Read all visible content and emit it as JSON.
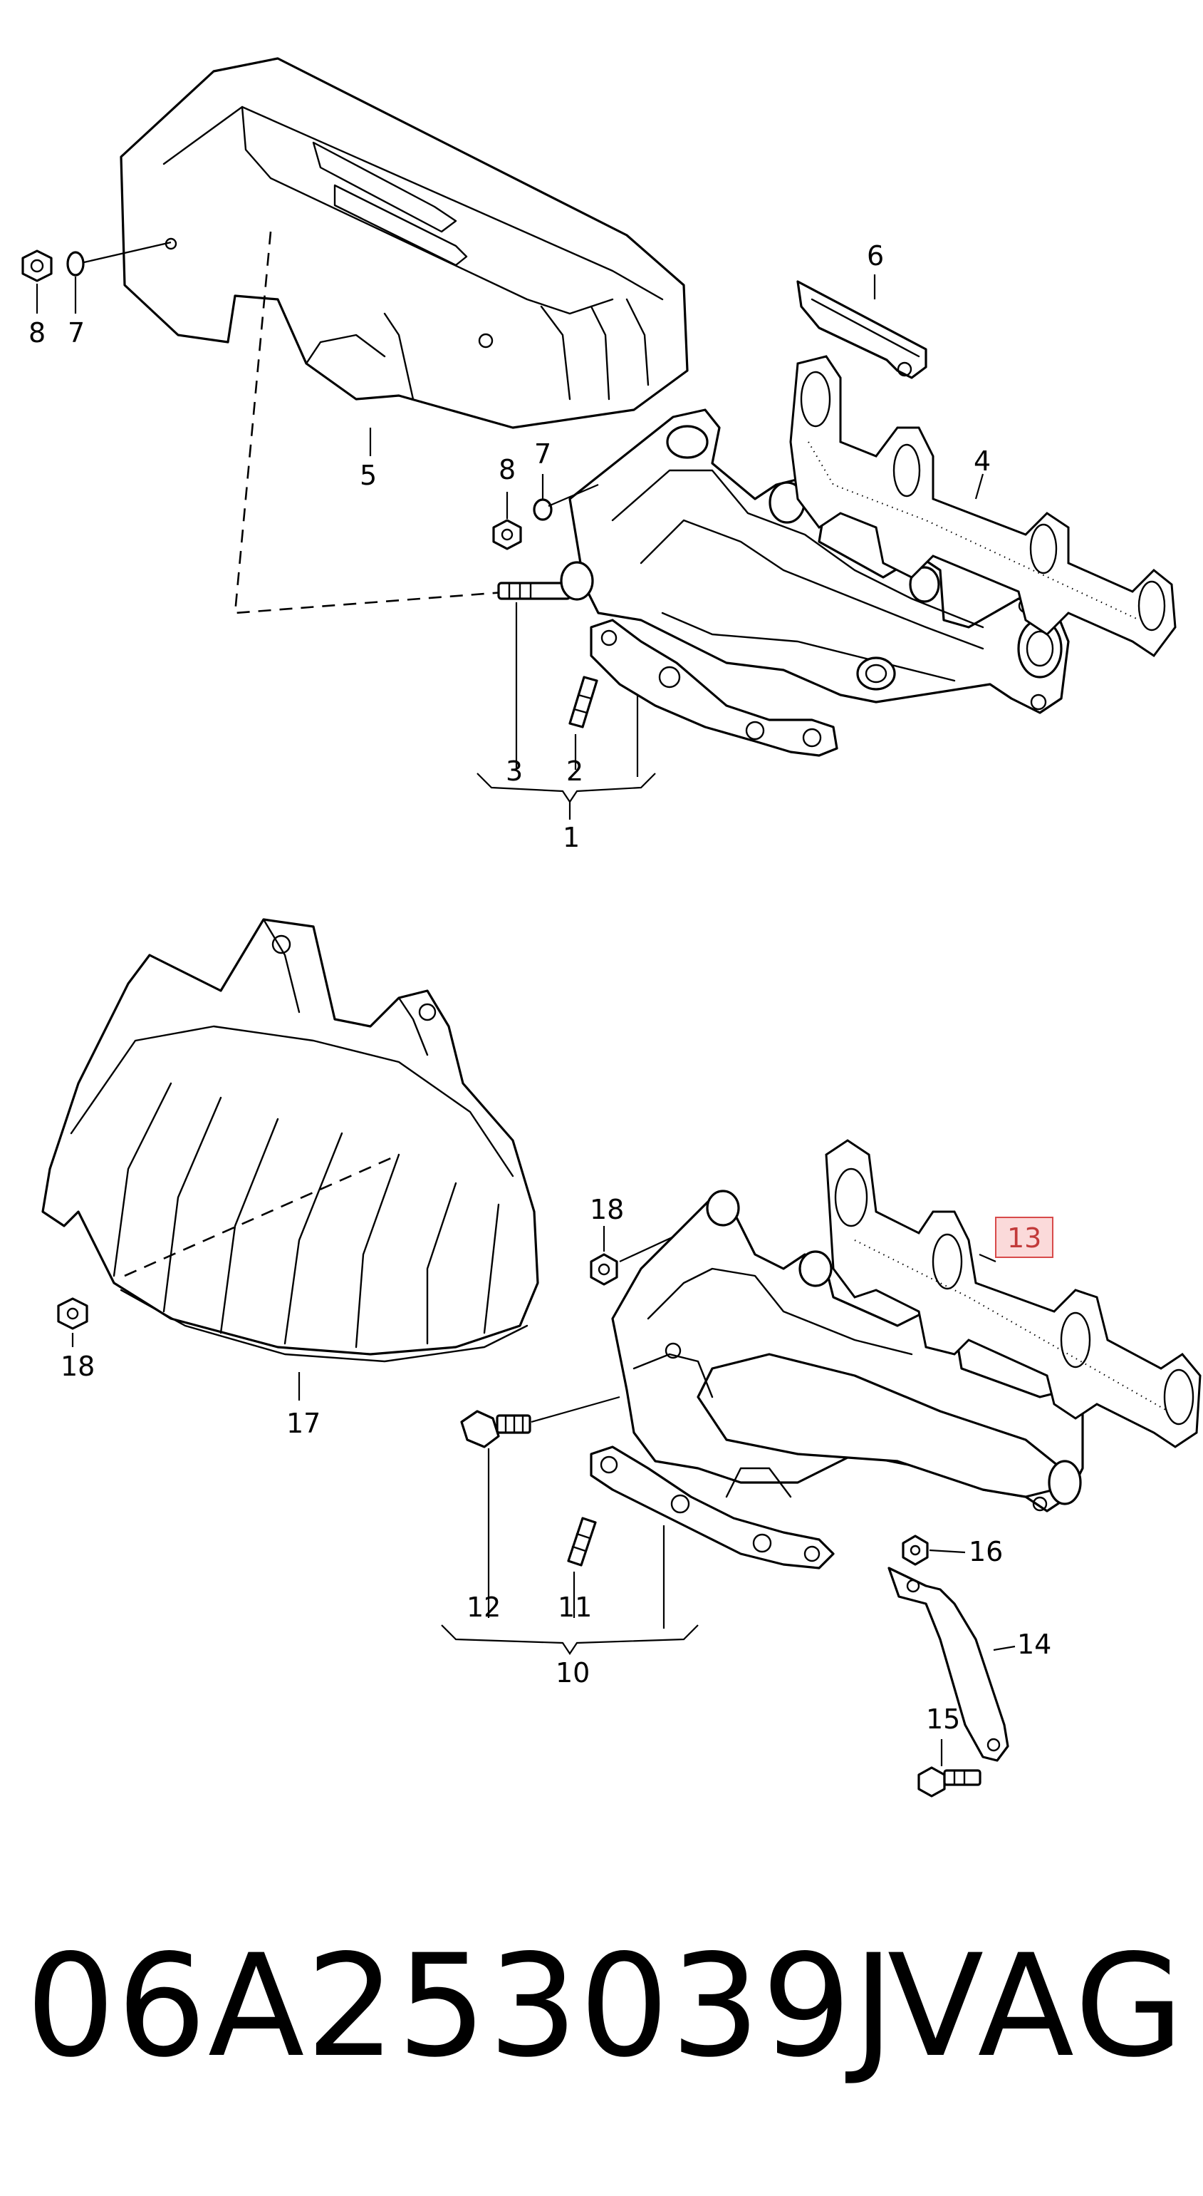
{
  "diagram": {
    "callouts_top": {
      "c1": "1",
      "c2": "2",
      "c3": "3",
      "c4": "4",
      "c5": "5",
      "c6": "6",
      "c7a": "7",
      "c7b": "7",
      "c8a": "8",
      "c8b": "8"
    },
    "callouts_bottom": {
      "c10": "10",
      "c11": "11",
      "c12": "12",
      "c13": "13",
      "c14": "14",
      "c15": "15",
      "c16": "16",
      "c17": "17",
      "c18a": "18",
      "c18b": "18"
    },
    "highlight_color": "#fbdada"
  },
  "footer": {
    "part_number": "06A253039J",
    "brand": "VAG"
  }
}
